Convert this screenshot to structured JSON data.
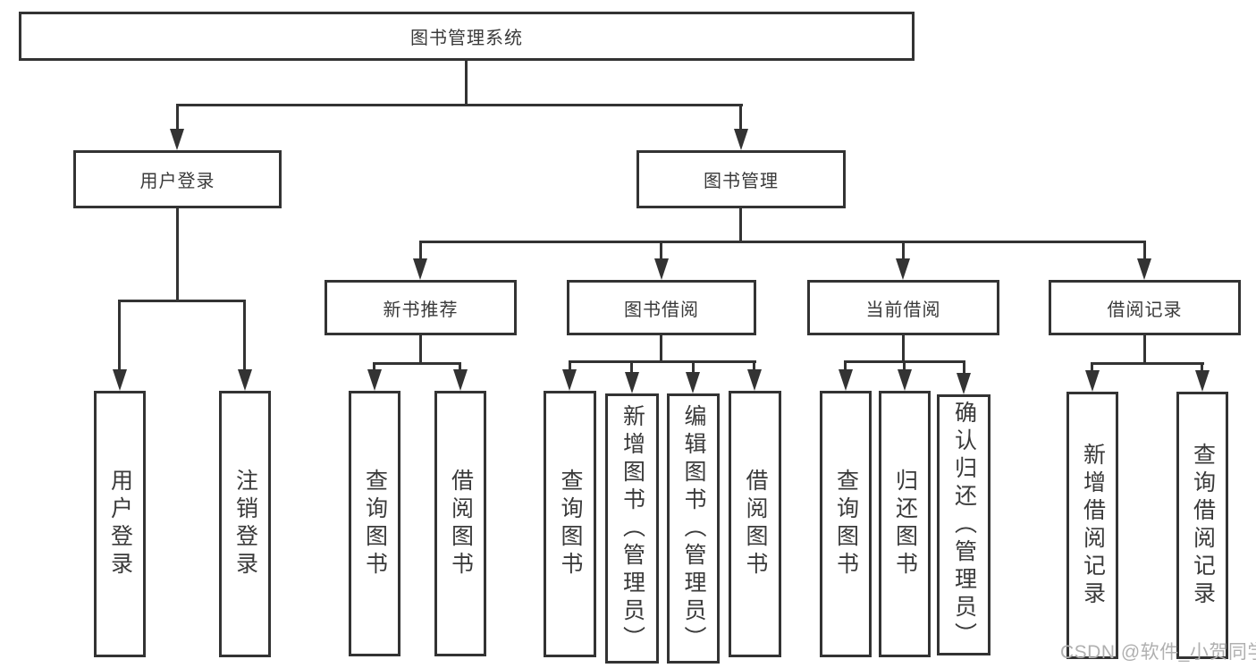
{
  "nodes": {
    "root": "图书管理系统",
    "user_login": "用户登录",
    "book_mgmt": "图书管理",
    "new_book_rec": "新书推荐",
    "book_borrow": "图书借阅",
    "current_borrow": "当前借阅",
    "borrow_records": "借阅记录",
    "login": "用户登录",
    "logout": "注销登录",
    "nb_query": "查询图书",
    "nb_borrow": "借阅图书",
    "bw_query": "查询图书",
    "bw_add": "新增图书（管理员）",
    "bw_edit": "编辑图书（管理员）",
    "bw_borrow": "借阅图书",
    "cur_query": "查询图书",
    "cur_return": "归还图书",
    "cur_confirm": "确认归还（管理员）",
    "rec_add": "新增借阅记录",
    "rec_query": "查询借阅记录"
  },
  "watermark": "CSDN @软件_小贺同学",
  "colors": {
    "line": "#333333",
    "text": "#3a3a3a",
    "watermark": "#b0b0b0",
    "background": "#ffffff"
  }
}
